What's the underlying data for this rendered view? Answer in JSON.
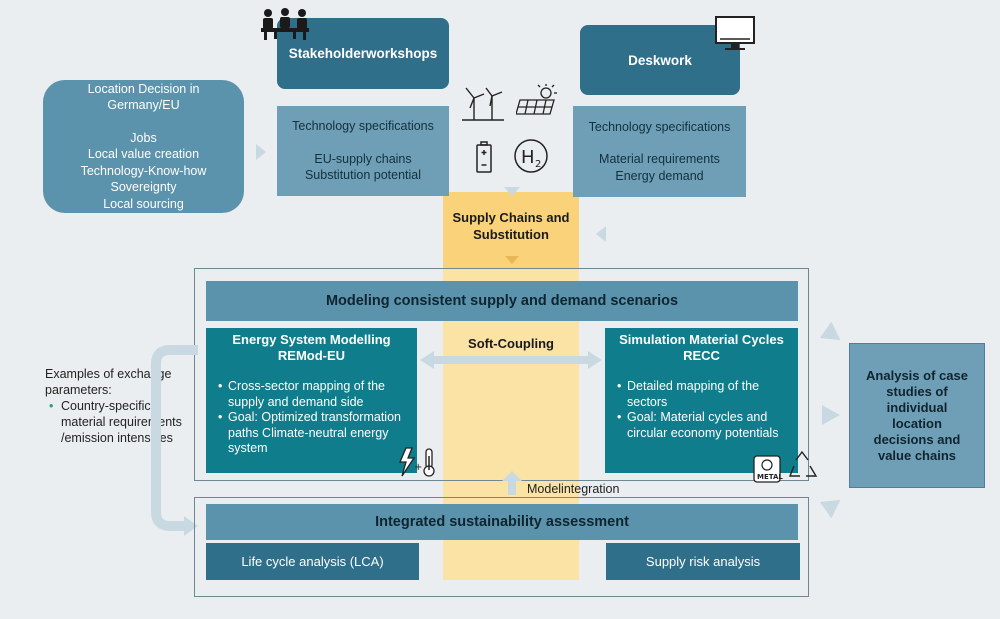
{
  "location_box": {
    "lines": [
      "Location Decision in",
      "Germany/EU",
      "",
      "Jobs",
      "Local value creation",
      "Technology-Know-how",
      "Sovereignty",
      "Local sourcing"
    ]
  },
  "stakeholder": {
    "title": "Stakeholderworkshops",
    "lines": [
      "Technology specifications",
      "",
      "EU-supply chains",
      "Substitution potential"
    ]
  },
  "deskwork": {
    "title": "Deskwork",
    "lines": [
      "Technology specifications",
      "",
      "Material requirements",
      "Energy demand"
    ]
  },
  "supply_chains": {
    "title": "Supply Chains and Substitution"
  },
  "modeling": {
    "title": "Modeling consistent supply and demand scenarios"
  },
  "soft_coupling": {
    "label": "Soft-Coupling"
  },
  "energy_model": {
    "title": "Energy System Modelling REMod-EU",
    "bullets": [
      "Cross-sector mapping of the supply and demand side",
      "Goal: Optimized transformation paths Climate-neutral energy system"
    ]
  },
  "simulation": {
    "title": "Simulation Material Cycles RECC",
    "bullets": [
      "Detailed mapping of the sectors",
      "Goal: Material cycles and circular economy potentials"
    ]
  },
  "exchange": {
    "intro": "Examples of exchange parameters:",
    "bullets": [
      "Country-specific material requirements /emission intensities"
    ]
  },
  "modelintegration": {
    "label": "Modelintegration"
  },
  "sustainability": {
    "title": "Integrated sustainability assessment"
  },
  "lca": {
    "label": "Life cycle analysis (LCA)"
  },
  "supply_risk": {
    "label": "Supply risk analysis"
  },
  "analysis": {
    "title": "Analysis of case studies of individual location decisions and value chains"
  },
  "icons": {
    "metal_text": "METAL"
  },
  "colors": {
    "dark": "#2f6f8a",
    "teal": "#0f7d8c",
    "yellow": "#f9d27a",
    "light": "#6f9fb6"
  }
}
